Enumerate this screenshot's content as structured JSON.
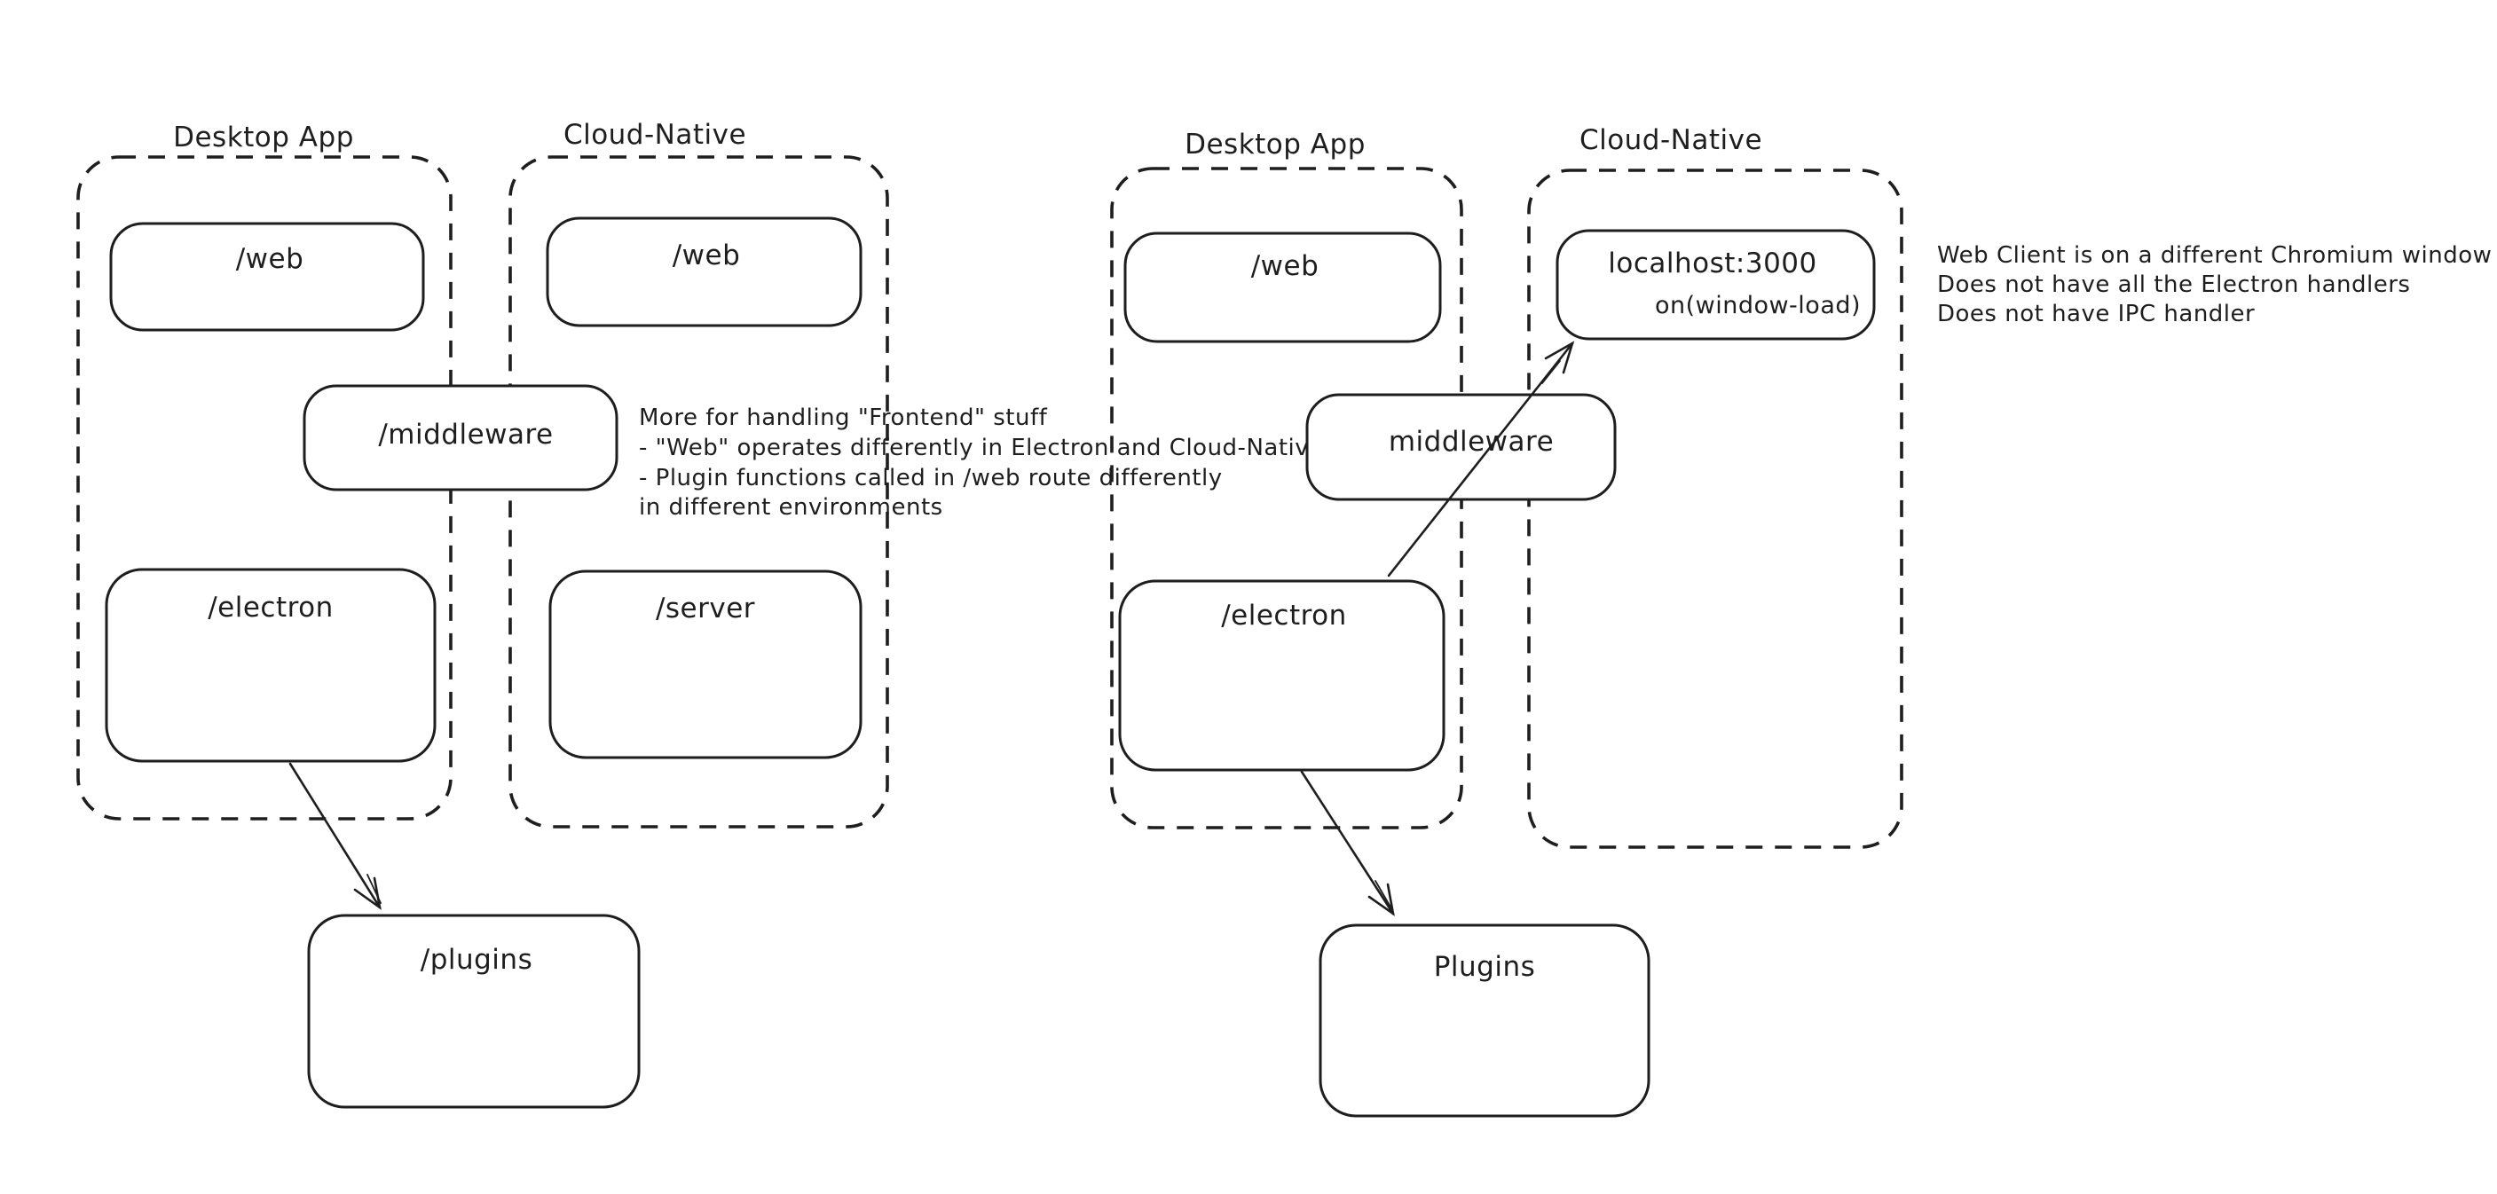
{
  "colors": {
    "ink": "#1e1e1e",
    "green": "#3f9b47",
    "red": "#c9473d",
    "background": "#ffffff"
  },
  "left": {
    "desktop_label": "Desktop App",
    "cloud_label": "Cloud-Native",
    "boxes": {
      "web_desktop": "/web",
      "web_cloud": "/web",
      "middleware": "/middleware",
      "electron": "/electron",
      "server": "/server",
      "plugins": "/plugins"
    },
    "note_lines": [
      "More for handling \"Frontend\" stuff",
      "- \"Web\" operates differently in Electron and Cloud-Native",
      "- Plugin functions called in /web route differently",
      "in different environments"
    ]
  },
  "right": {
    "desktop_label": "Desktop App",
    "cloud_label": "Cloud-Native",
    "boxes": {
      "web_desktop": "/web",
      "localhost": "localhost:3000",
      "window_load": "on(window-load)",
      "middleware": "middleware",
      "electron": "/electron",
      "plugins": "Plugins"
    },
    "note_lines": [
      "Web Client is on a different Chromium window",
      "Does not have all the Electron handlers",
      "Does not have IPC handler"
    ]
  }
}
